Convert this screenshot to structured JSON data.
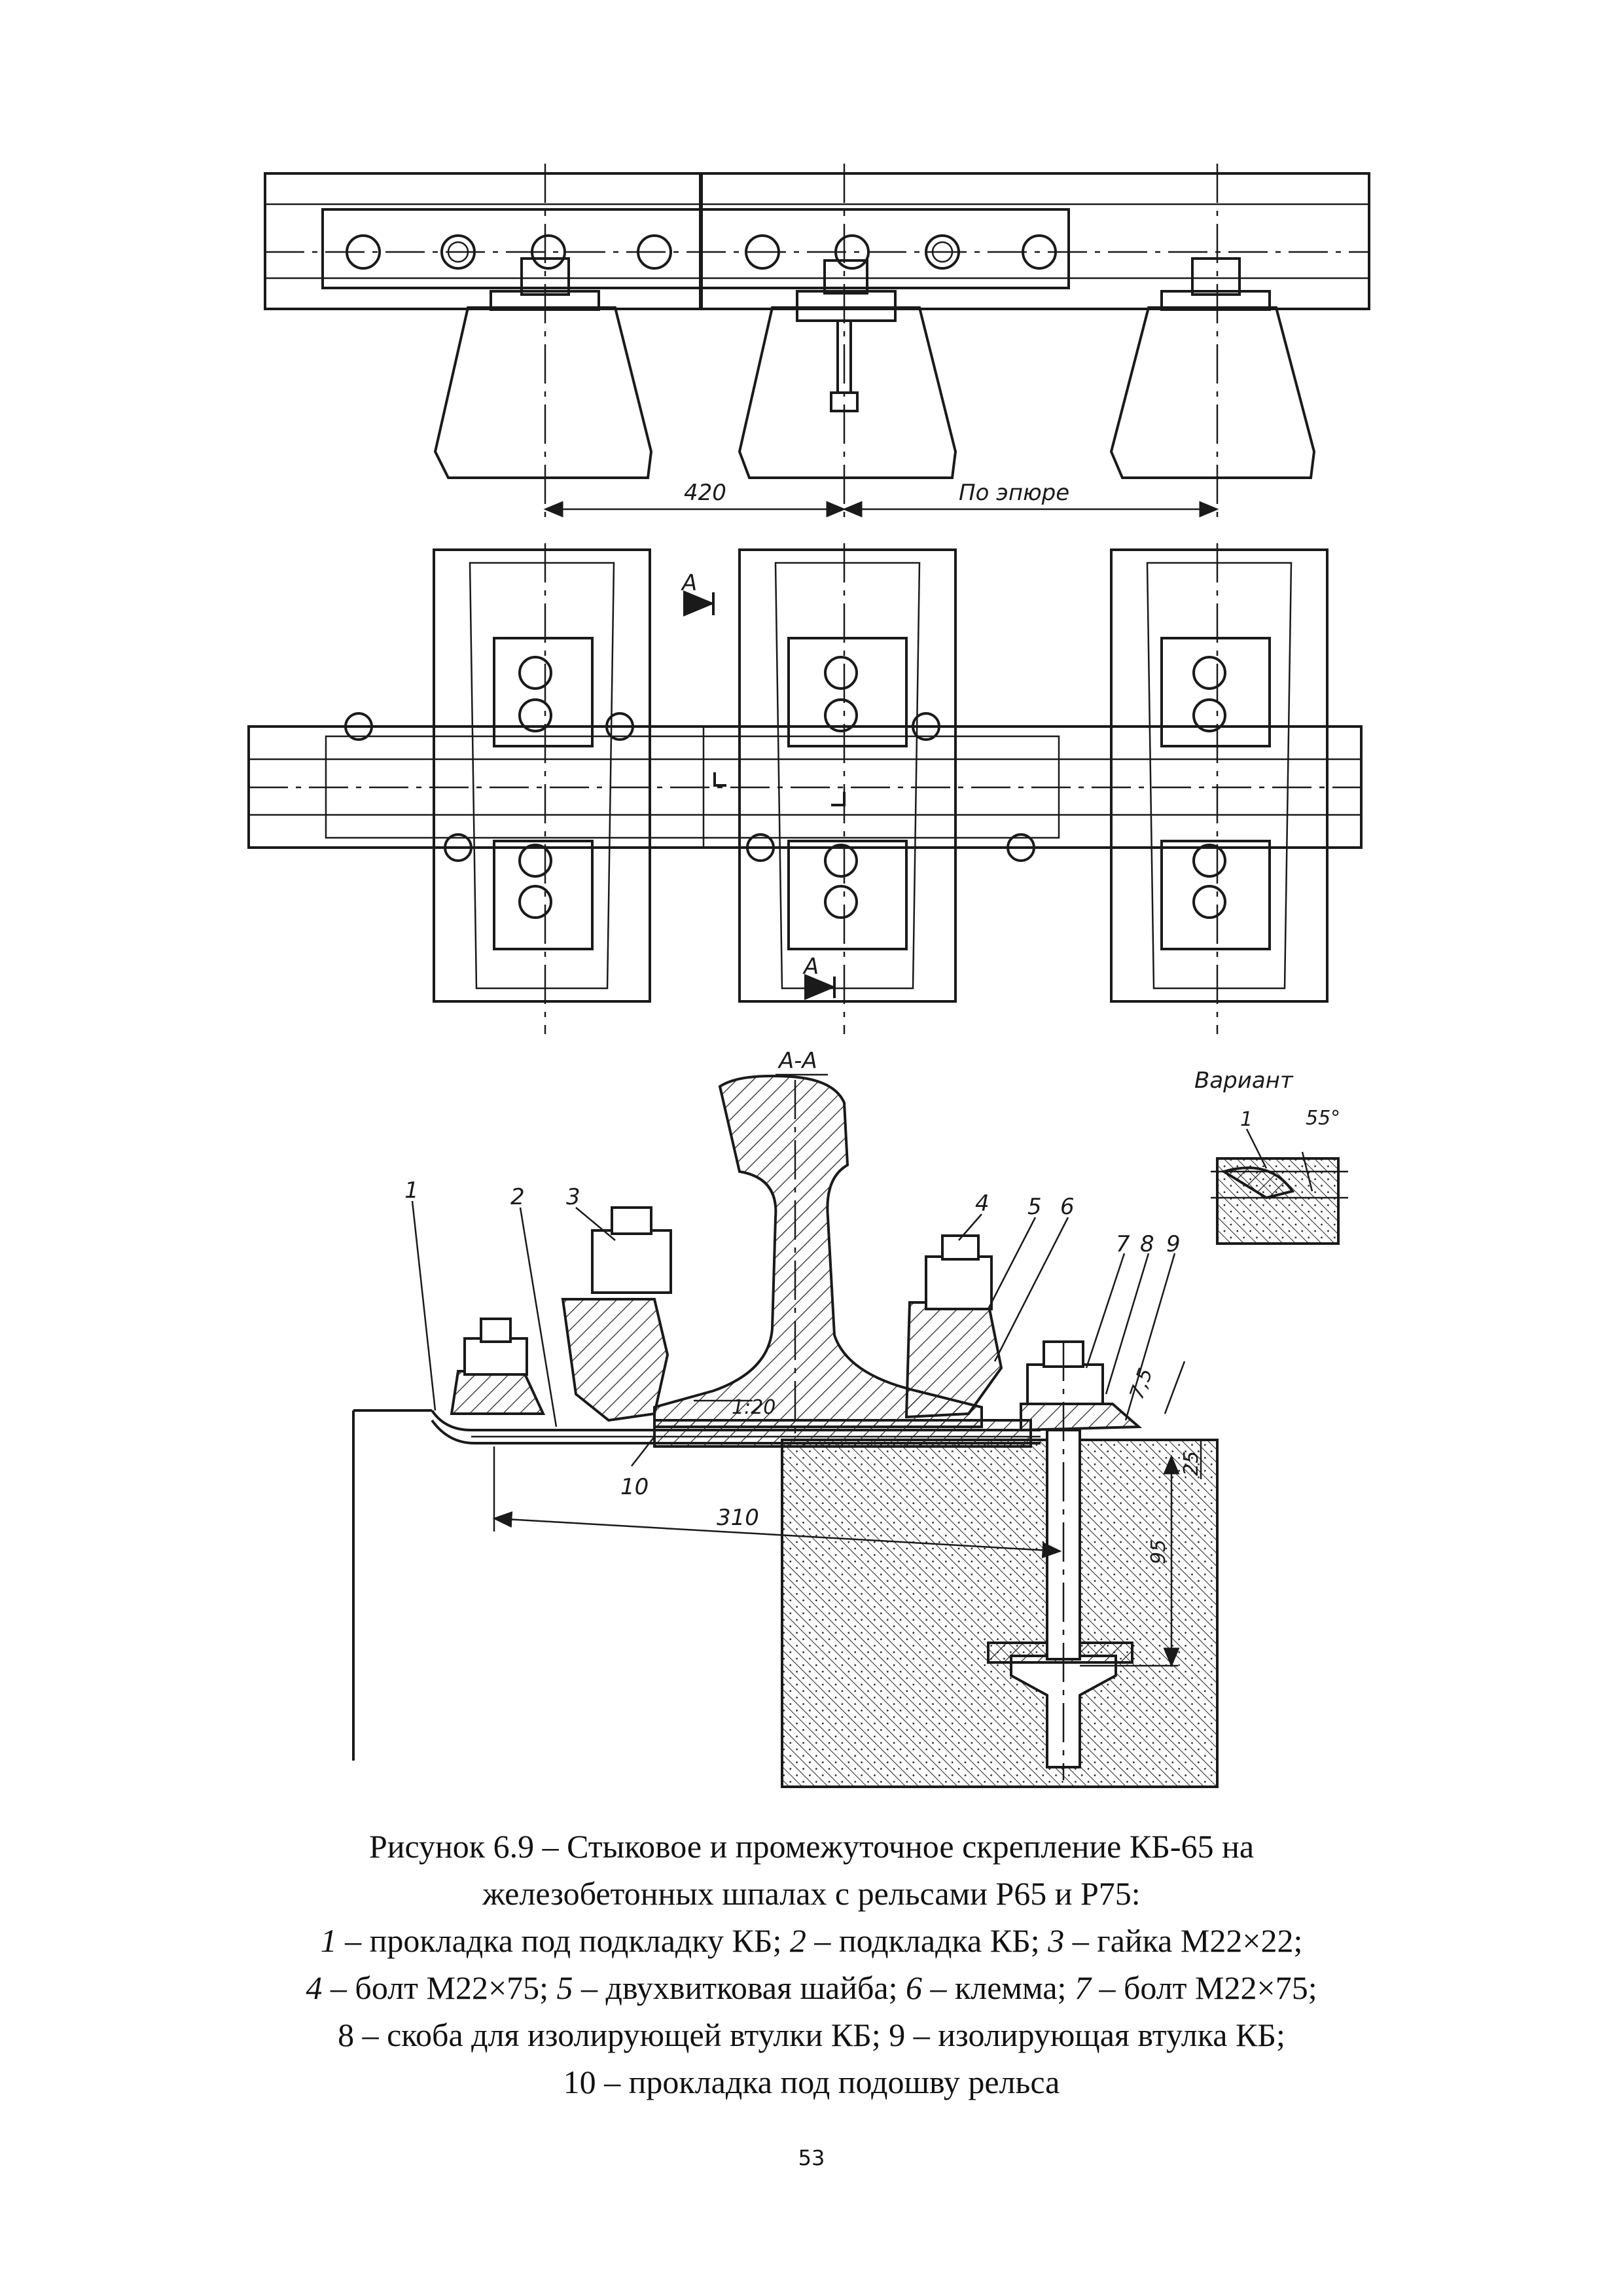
{
  "figure": {
    "top_view": {
      "dimension_left": "420",
      "dimension_right": "По эпюре"
    },
    "plan_view": {
      "section_mark_top": "А",
      "section_mark_bottom": "А"
    },
    "section_view": {
      "section_title": "А-А",
      "variant_label": "Вариант",
      "variant_part_label": "1",
      "variant_angle": "55°",
      "part_labels": [
        "1",
        "2",
        "3",
        "4",
        "5",
        "6",
        "7",
        "8",
        "9",
        "10"
      ],
      "slope": "1:20",
      "dimension_310": "310",
      "dimension_95": "95",
      "dimension_25": "25",
      "dimension_7_5": "7,5"
    }
  },
  "caption": {
    "line1": "Рисунок 6.9 – Стыковое и промежуточное скрепление КБ-65 на",
    "line2": "железобетонных шпалах с рельсами Р65 и Р75:",
    "items": [
      {
        "num": "1",
        "text": " – прокладка под подкладку КБ; "
      },
      {
        "num": "2",
        "text": " – подкладка КБ; "
      },
      {
        "num": "3",
        "text": " – гайка М22×22;"
      },
      {
        "num": "4",
        "text": " – болт М22×75; "
      },
      {
        "num": "5",
        "text": " – двухвитковая шайба; "
      },
      {
        "num": "6",
        "text": " – клемма; "
      },
      {
        "num": "7",
        "text": " – болт М22×75;"
      }
    ],
    "line5": "8 – скоба для изолирующей втулки КБ; 9 – изолирующая втулка КБ;",
    "line6": "10 – прокладка под подошву рельса"
  },
  "page_number": "53"
}
